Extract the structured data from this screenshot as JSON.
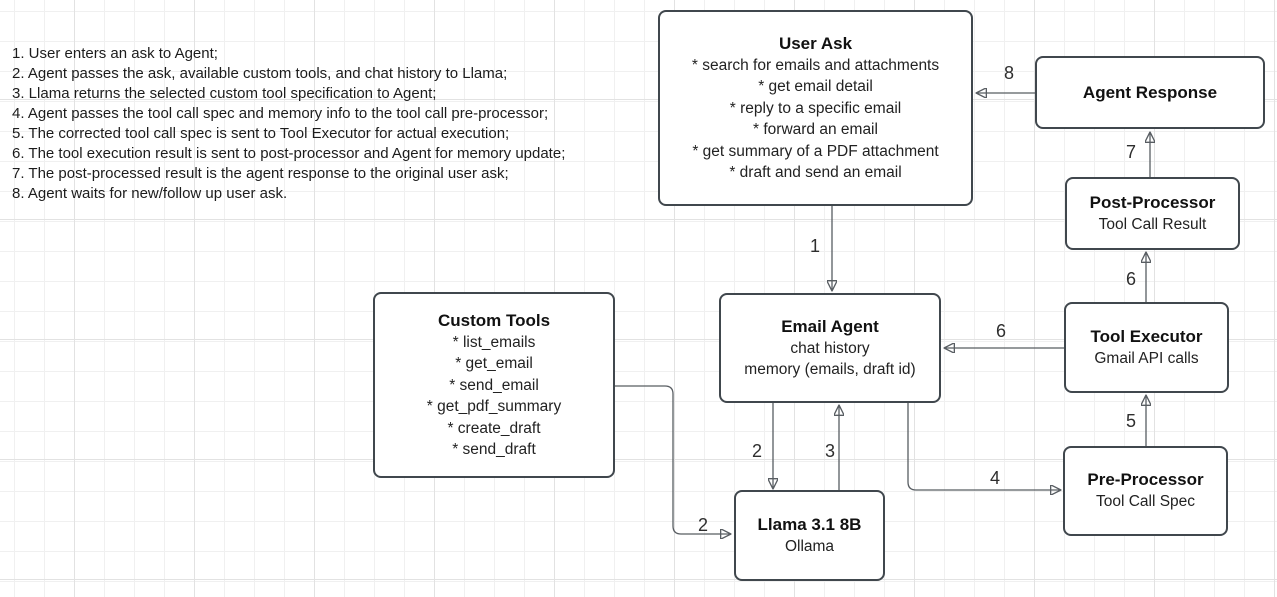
{
  "instructions": {
    "items": [
      "1. User enters an ask to Agent;",
      "2. Agent passes the ask, available custom tools, and chat history to Llama;",
      "3. Llama returns the selected custom tool specification to Agent;",
      "4. Agent passes the tool call spec and memory info to the tool call pre-processor;",
      "5. The corrected tool call spec is sent to Tool Executor for actual execution;",
      "6. The tool execution result is sent to post-processor and Agent for memory update;",
      "7. The post-processed result is the agent response to the original user ask;",
      "8. Agent waits for new/follow up user ask."
    ]
  },
  "nodes": {
    "user_ask": {
      "title": "User Ask",
      "items": [
        "* search for emails and attachments",
        "* get email detail",
        "* reply to a specific email",
        "* forward an email",
        "* get summary of a PDF attachment",
        "* draft and send an email"
      ]
    },
    "agent_response": {
      "title": "Agent Response"
    },
    "post_processor": {
      "title": "Post-Processor",
      "subtitle": "Tool Call Result"
    },
    "tool_executor": {
      "title": "Tool Executor",
      "subtitle": "Gmail API calls"
    },
    "pre_processor": {
      "title": "Pre-Processor",
      "subtitle": "Tool Call Spec"
    },
    "email_agent": {
      "title": "Email Agent",
      "line1": "chat history",
      "line2": "memory (emails, draft id)"
    },
    "custom_tools": {
      "title": "Custom Tools",
      "items": [
        "* list_emails",
        "* get_email",
        "* send_email",
        "* get_pdf_summary",
        "* create_draft",
        "* send_draft"
      ]
    },
    "llama": {
      "title": "Llama 3.1 8B",
      "subtitle": "Ollama"
    }
  },
  "edges": {
    "user_ask_to_email_agent": "1",
    "email_agent_to_llama": "2",
    "custom_tools_to_llama": "2",
    "llama_to_email_agent": "3",
    "email_agent_to_pre_processor": "4",
    "pre_processor_to_tool_executor": "5",
    "tool_executor_to_email_agent": "6",
    "tool_executor_to_post_processor": "6",
    "post_processor_to_agent_response": "7",
    "agent_response_to_user_ask": "8"
  },
  "colors": {
    "node_border": "#40474d",
    "edge_line": "#585d62",
    "arrowhead": "#3a3f44",
    "text": "#1d1d1d",
    "grid_minor": "#f0f0f0",
    "grid_major": "#e2e2e2",
    "background": "#ffffff"
  }
}
